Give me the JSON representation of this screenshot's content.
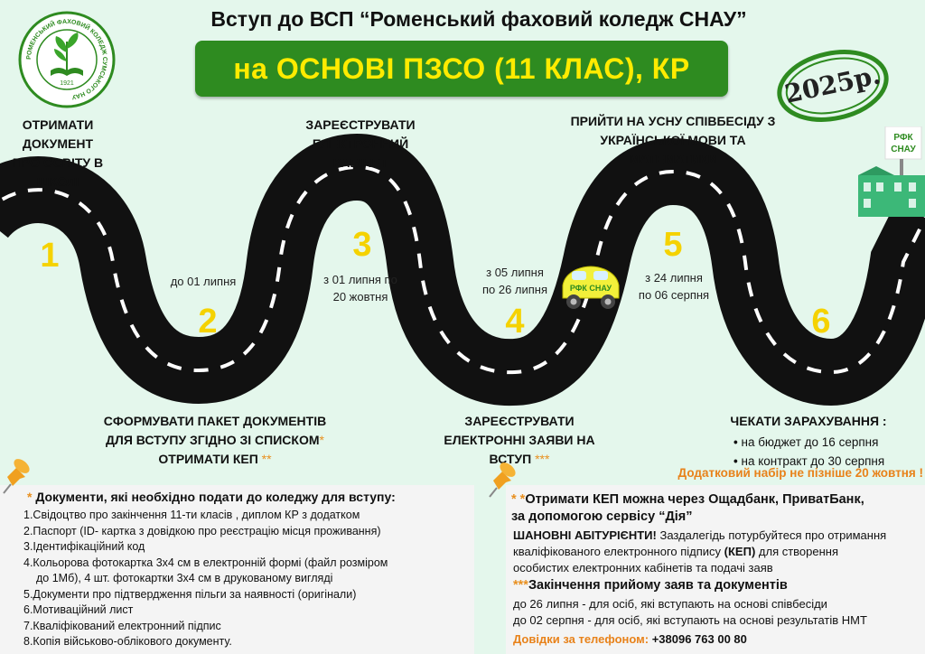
{
  "header": {
    "title": "Вступ до ВСП “Роменський фаховий коледж СНАУ”",
    "banner": "на ОСНОВІ ПЗСО (11 КЛАС), КР"
  },
  "logo": {
    "ring_text": "РОМЕНСЬКИЙ ФАХОВИЙ КОЛЕДЖ СУМСЬКОГО НАУ",
    "year": "1921"
  },
  "stamp": {
    "text": "2025р."
  },
  "building_sign": {
    "line1": "РФК",
    "line2": "СНАУ"
  },
  "car": {
    "label": "РФК СНАУ"
  },
  "road": {
    "color": "#111111",
    "dash": "#ffffff",
    "number_color": "#f5d200"
  },
  "steps": [
    {
      "num": "1",
      "title": "ОТРИМАТИ ДОКУМЕНТ ПРО ОСВІТУ В ШКОЛІ",
      "date": ""
    },
    {
      "num": "2",
      "title": "СФОРМУВАТИ ПАКЕТ ДОКУМЕНТІВ ДЛЯ ВСТУПУ ЗГІДНО ЗІ СПИСКОМ",
      "title_star": "*",
      "title2": "ОТРИМАТИ КЕП",
      "title2_star": "**",
      "date": "до 01 липня"
    },
    {
      "num": "3",
      "title": "ЗАРЕЄСТРУВАТИ ЕЛЕКТРОННИЙ КАБІНЕТ",
      "date1": "з 01 липня по",
      "date2": "20 жовтня"
    },
    {
      "num": "4",
      "title": "ЗАРЕЄСТРУВАТИ ЕЛЕКТРОННІ ЗАЯВИ НА ВСТУП",
      "title_star": "***",
      "date1": "з 05 липня",
      "date2": "по 26 липня"
    },
    {
      "num": "5",
      "title": "ПРИЙТИ НА УСНУ СПІВБЕСІДУ З УКРАЇНСЬКОЇ МОВИ ТА МАТЕМАТИКИ",
      "date1": "з 24 липня",
      "date2": "по 06 серпня"
    },
    {
      "num": "6",
      "title": "ЧЕКАТИ ЗАРАХУВАННЯ :",
      "bullets": [
        "на бюджет до 16 серпня",
        "на контракт до 30 серпня"
      ],
      "note": "Додатковий набір не пізніше 20 жовтня !"
    }
  ],
  "documents": {
    "title_star": "*",
    "title": "Документи, які необхідно подати до коледжу для вступу:",
    "items": [
      "1.Свідоцтво про закінчення 11-ти класів , диплом КР з додатком",
      "2.Паспорт (ID- картка з довідкою про реєстрацію місця проживання)",
      "3.Ідентифікаційний код",
      "4.Кольорова фотокартка 3х4 см в електронній формі (файл розміром",
      "до 1Мб), 4 шт. фотокартки 3х4 см в друкованому вигляді",
      "5.Документи про підтвердження пільги за наявності (оригінали)",
      "6.Мотиваційний лист",
      "7.Кваліфікований електронний підпис",
      "8.Копія військово-облікового документу."
    ]
  },
  "info": {
    "kep_star": "* *",
    "kep_title1": "Отримати КЕП можна через Ощадбанк, ПриватБанк,",
    "kep_title2": "за допомогою сервісу “Дія”",
    "intro_bold": "ШАНОВНІ АБІТУРІЄНТИ!",
    "intro_rest": " Заздалегідь потурбуйтеся про отримання",
    "line2_a": "кваліфікованого електронного підпису ",
    "line2_b": "(КЕП)",
    "line2_c": " для створення",
    "line3": "особистих електронних кабінетів та подачі заяв",
    "end_star": "***",
    "end_title": "Закінчення прийому заяв та документів",
    "end1": "до 26 липня  - для осіб, які вступають на основі співбесіди",
    "end2": "до 02 серпня - для осіб, які вступають на основі результатів НМТ",
    "phone_label": "Довідки за телефоном:",
    "phone": " +38096 763 00 80"
  }
}
